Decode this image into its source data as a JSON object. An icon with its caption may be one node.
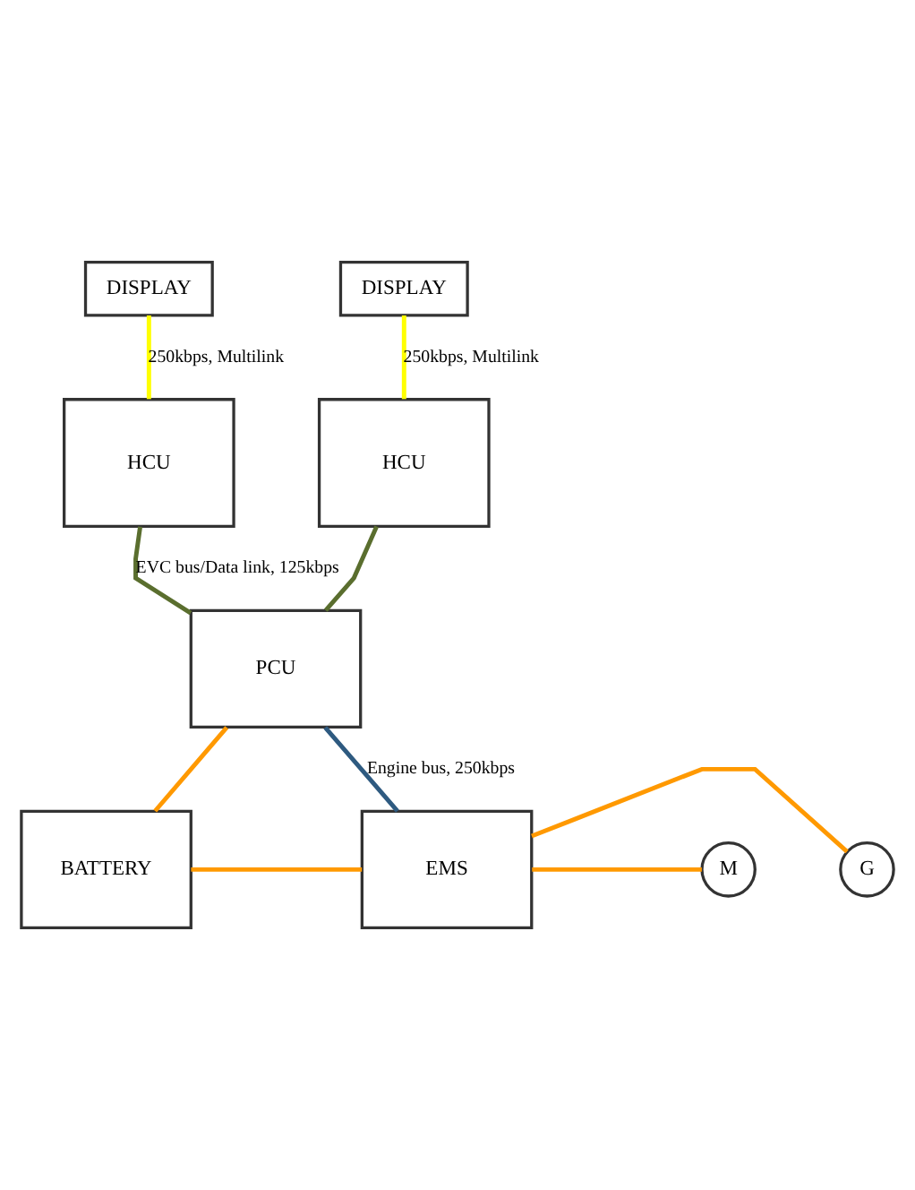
{
  "diagram": {
    "nodes": [
      {
        "text": [
          "DISPLAY"
        ]
      },
      {
        "text": [
          "DISPLAY"
        ]
      },
      {
        "text": [
          "HCU"
        ]
      },
      {
        "text": [
          "HCU"
        ]
      },
      {
        "text": [
          "PCU"
        ]
      },
      {
        "text": [
          "BATTERY"
        ]
      },
      {
        "text": [
          "EMS"
        ]
      },
      {
        "text": [
          "G"
        ]
      },
      {
        "text": [
          "M"
        ]
      }
    ],
    "edges": [
      {
        "from": 0,
        "to": 2,
        "arrow": "none",
        "label": "250kbps, Multilink",
        "color": "#ffff00"
      },
      {
        "from": 1,
        "to": 3,
        "arrow": "none",
        "label": "250kbps, Multilink",
        "color": "#ffff00"
      },
      {
        "from": 2,
        "to": 4,
        "arrow": "none",
        "label": "EVC bus/Data link, 125kbps",
        "color": "#5a6e2e"
      },
      {
        "from": 3,
        "to": 4,
        "arrow": "none",
        "color": "#5a6e2e"
      },
      {
        "from": 4,
        "to": 6,
        "arrow": "none",
        "label": "Engine bus, 250kbps",
        "color": "#2e5a80"
      },
      {
        "from": 5,
        "to": 4,
        "arrow": "none",
        "color": "#ff9900"
      },
      {
        "from": 5,
        "to": 6,
        "arrow": "none",
        "color": "#ff9900"
      },
      {
        "from": 6,
        "to": 7,
        "arrow": "none",
        "color": "#ff9900"
      },
      {
        "from": 6,
        "to": 8,
        "arrow": "none",
        "color": "#ff9900"
      }
    ]
  }
}
